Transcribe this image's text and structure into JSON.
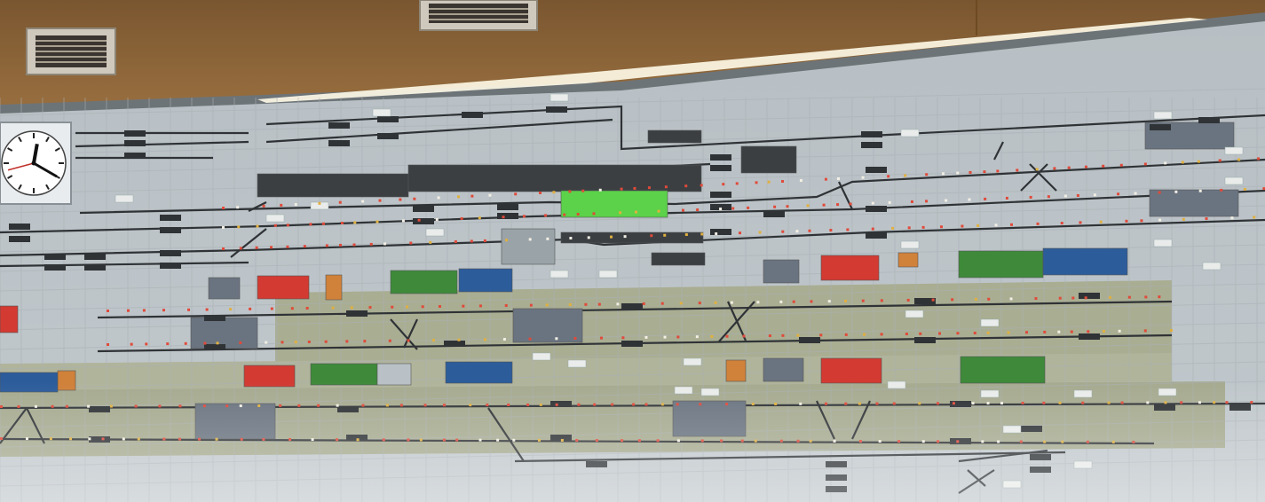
{
  "scene": {
    "description_colors": {
      "wood_ceiling": "#8a6434",
      "wood_ceiling_dark": "#6e4a22",
      "panel_grey": "#b9c1c6",
      "panel_grey_dark": "#9aa3a8",
      "olive_band": "#a9ad92",
      "track_dark": "#2f3336",
      "block_dark": "#3b3f42",
      "block_green": "#3e8a3a",
      "block_bright_green": "#5bd24a",
      "block_blue": "#2c5c9a",
      "block_red": "#d23a32",
      "block_orange": "#d0813a",
      "block_slate": "#6a7480",
      "signal_red": "#e04a3a",
      "signal_amber": "#e0b040",
      "light_strip": "#fffbe8",
      "top_bar_blue": "#2a8ad4"
    },
    "clock": {
      "hour_hand_deg": 10,
      "minute_hand_deg": 120,
      "second_hand_deg": 255
    }
  }
}
